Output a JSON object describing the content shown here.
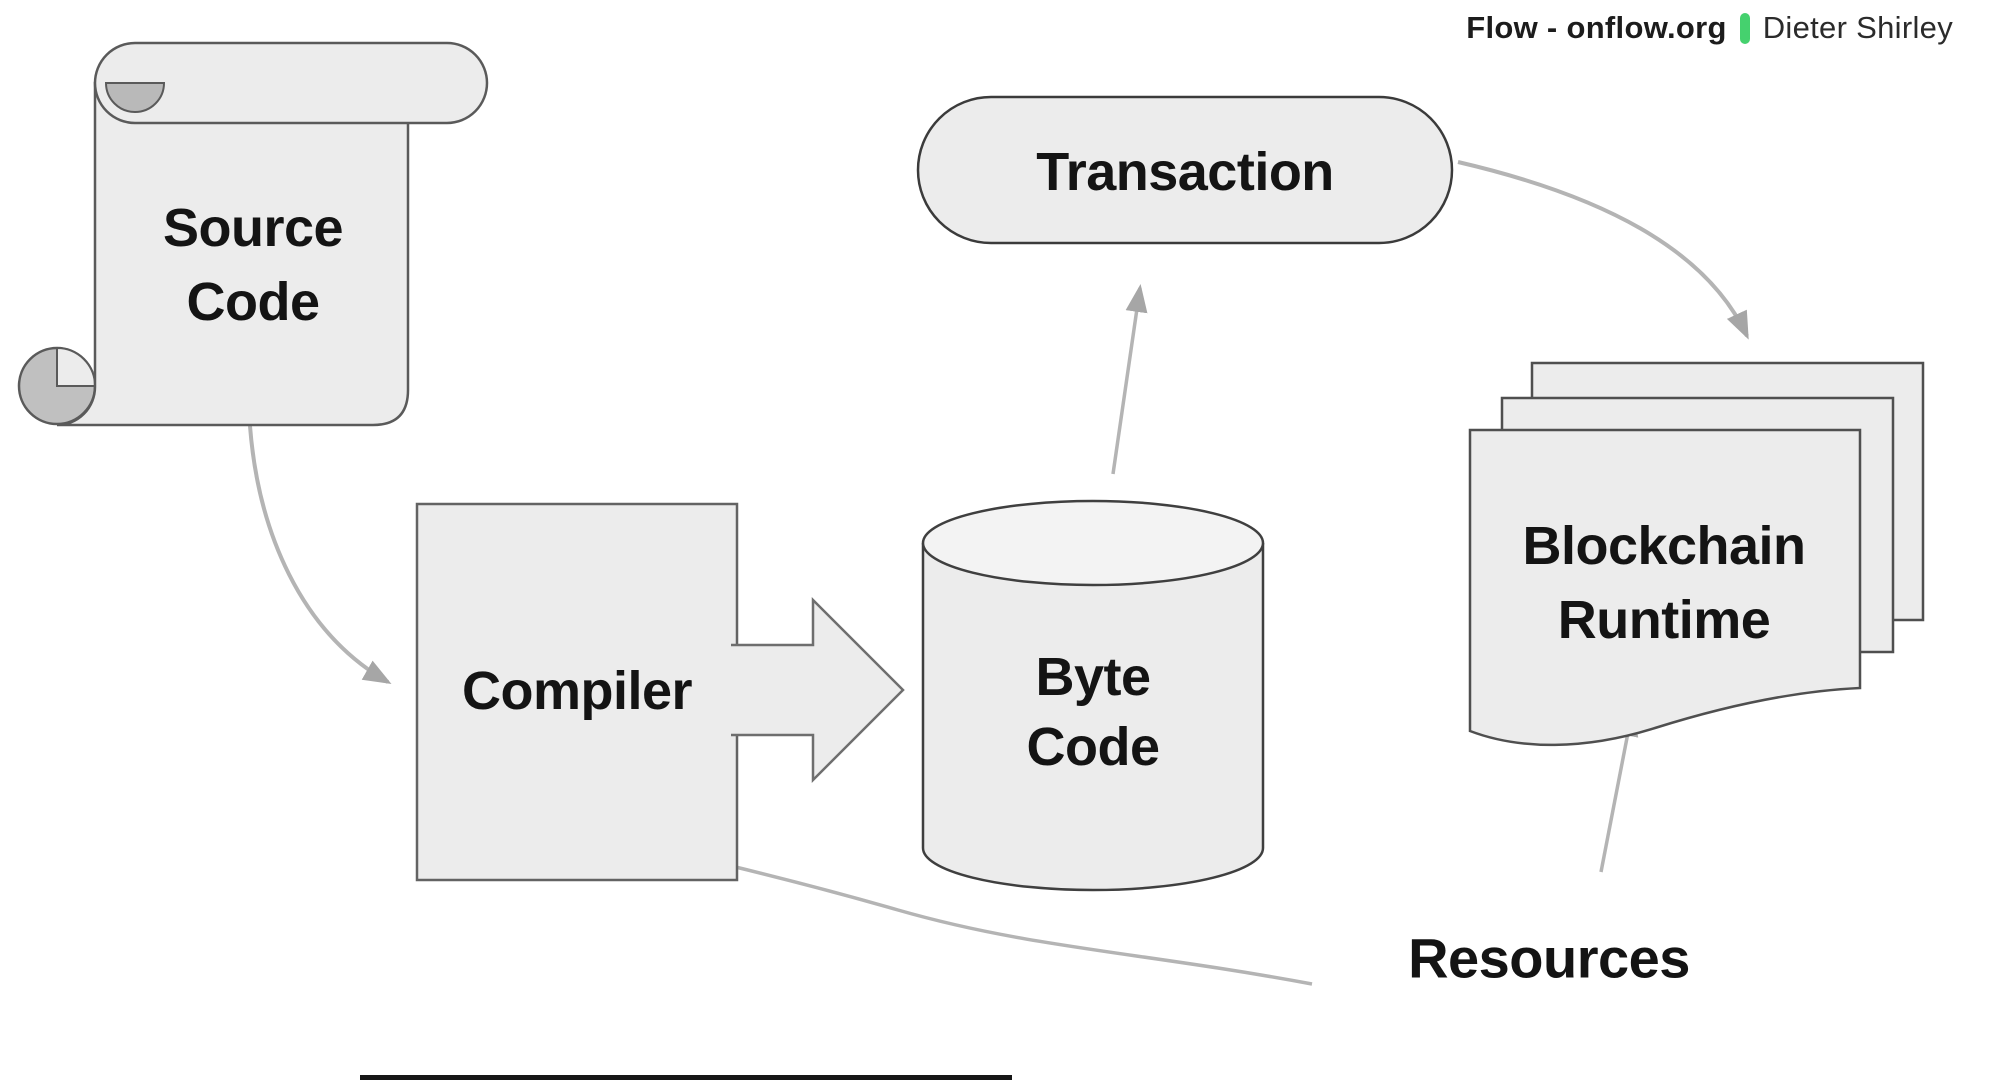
{
  "header": {
    "brand": "Flow - onflow.org",
    "author": "Dieter Shirley",
    "accent_green": "#45d16e"
  },
  "diagram": {
    "title_implicit": "Source code compilation and execution flow",
    "nodes": {
      "source_code": {
        "label": "Source Code",
        "line1": "Source",
        "line2": "Code",
        "shape": "scroll"
      },
      "compiler": {
        "label": "Compiler",
        "shape": "process-box"
      },
      "byte_code": {
        "label": "Byte Code",
        "line1": "Byte",
        "line2": "Code",
        "shape": "cylinder"
      },
      "transaction": {
        "label": "Transaction",
        "shape": "pill"
      },
      "blockchain_runtime": {
        "label": "Blockchain Runtime",
        "line1": "Blockchain",
        "line2": "Runtime",
        "shape": "document-stack"
      },
      "resources": {
        "label": "Resources",
        "shape": "floating-text"
      }
    },
    "edges": [
      {
        "from": "source_code",
        "to": "compiler",
        "style": "curved-arrow"
      },
      {
        "from": "compiler",
        "to": "byte_code",
        "style": "block-arrow"
      },
      {
        "from": "byte_code",
        "to": "transaction",
        "style": "straight-arrow"
      },
      {
        "from": "transaction",
        "to": "blockchain_runtime",
        "style": "curved-arrow"
      },
      {
        "from": "resources",
        "to": "blockchain_runtime",
        "style": "straight-arrow"
      },
      {
        "from": "resources",
        "to": "compiler",
        "style": "curved-arrow"
      }
    ],
    "colors": {
      "shape_fill": "#ececec",
      "cylinder_top_fill": "#f3f3f3",
      "roll_shade": "#bcbcbc",
      "shape_stroke": "#4a4a4a",
      "arrow_line": "#b4b4b4",
      "arrow_head": "#a6a6a6",
      "text": "#141414",
      "background": "#ffffff"
    }
  }
}
